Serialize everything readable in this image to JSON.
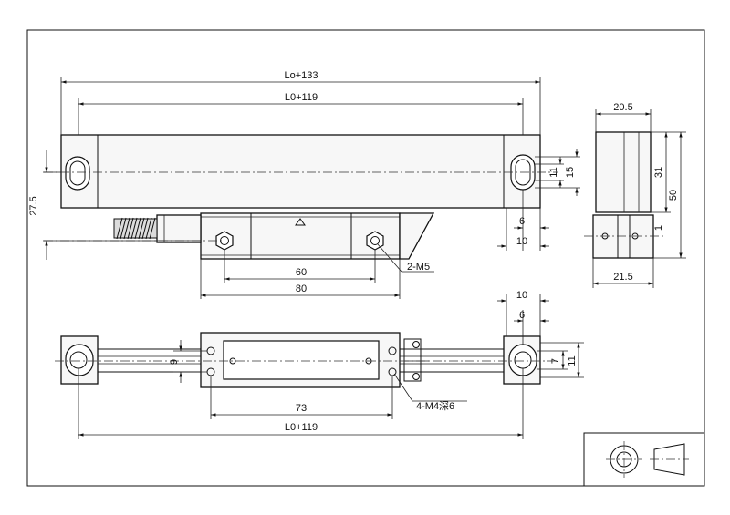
{
  "dimensions": {
    "overall_top": "Lo+133",
    "mount_top": "L0+119",
    "height_left": "27.5",
    "slot_11_right": "11",
    "slot_15_right": "15",
    "offset_6_right": "6",
    "offset_10_right": "10",
    "head_60": "60",
    "head_80": "80",
    "thread_label": "2-M5",
    "side_width_top": "20.5",
    "side_height_31": "31",
    "side_height_50": "50",
    "side_small_1": "1",
    "side_width_bottom": "21.5",
    "bot_10": "10",
    "bot_6": "6",
    "bot_7": "7",
    "bot_11": "11",
    "bot_9": "9",
    "bot_73": "73",
    "bot_mount": "L0+119",
    "bot_thread_label": "4-M4深6"
  }
}
